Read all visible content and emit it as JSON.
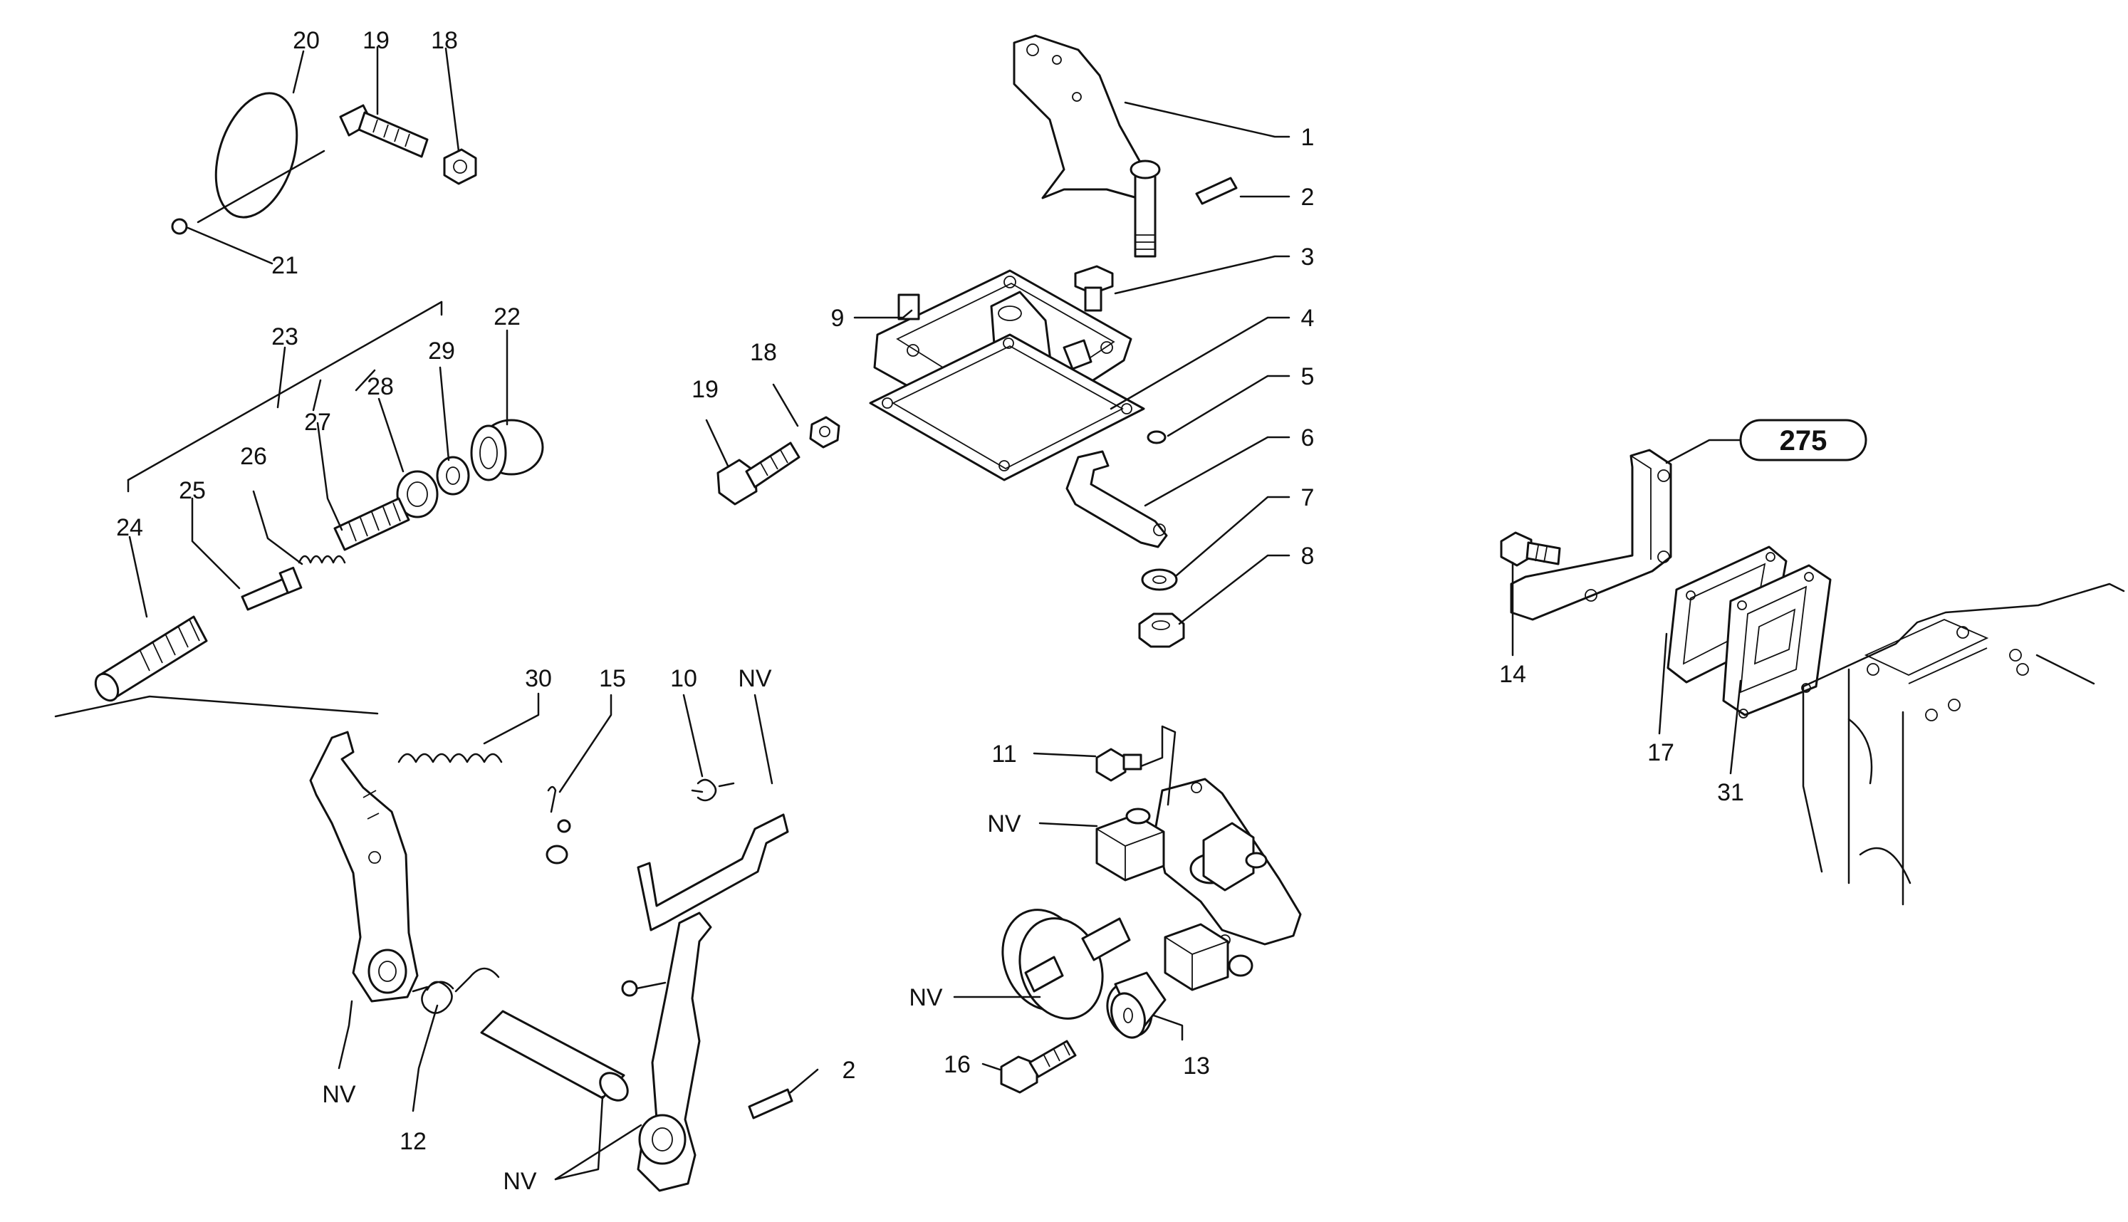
{
  "reference_badge": "275",
  "labels": {
    "l1": "1",
    "l2": "2",
    "l3": "3",
    "l4": "4",
    "l5": "5",
    "l6": "6",
    "l7": "7",
    "l8": "8",
    "l9": "9",
    "l10": "10",
    "l11": "11",
    "l12": "12",
    "l13": "13",
    "l14": "14",
    "l15": "15",
    "l16": "16",
    "l17": "17",
    "l18a": "18",
    "l18b": "18",
    "l19a": "19",
    "l19b": "19",
    "l20": "20",
    "l21": "21",
    "l22": "22",
    "l23": "23",
    "l24": "24",
    "l25": "25",
    "l26": "26",
    "l27": "27",
    "l28": "28",
    "l29": "29",
    "l30": "30",
    "l31": "31",
    "l2b": "2",
    "nv1": "NV",
    "nv2": "NV",
    "nv3": "NV",
    "nv4": "NV",
    "nv5": "NV"
  }
}
